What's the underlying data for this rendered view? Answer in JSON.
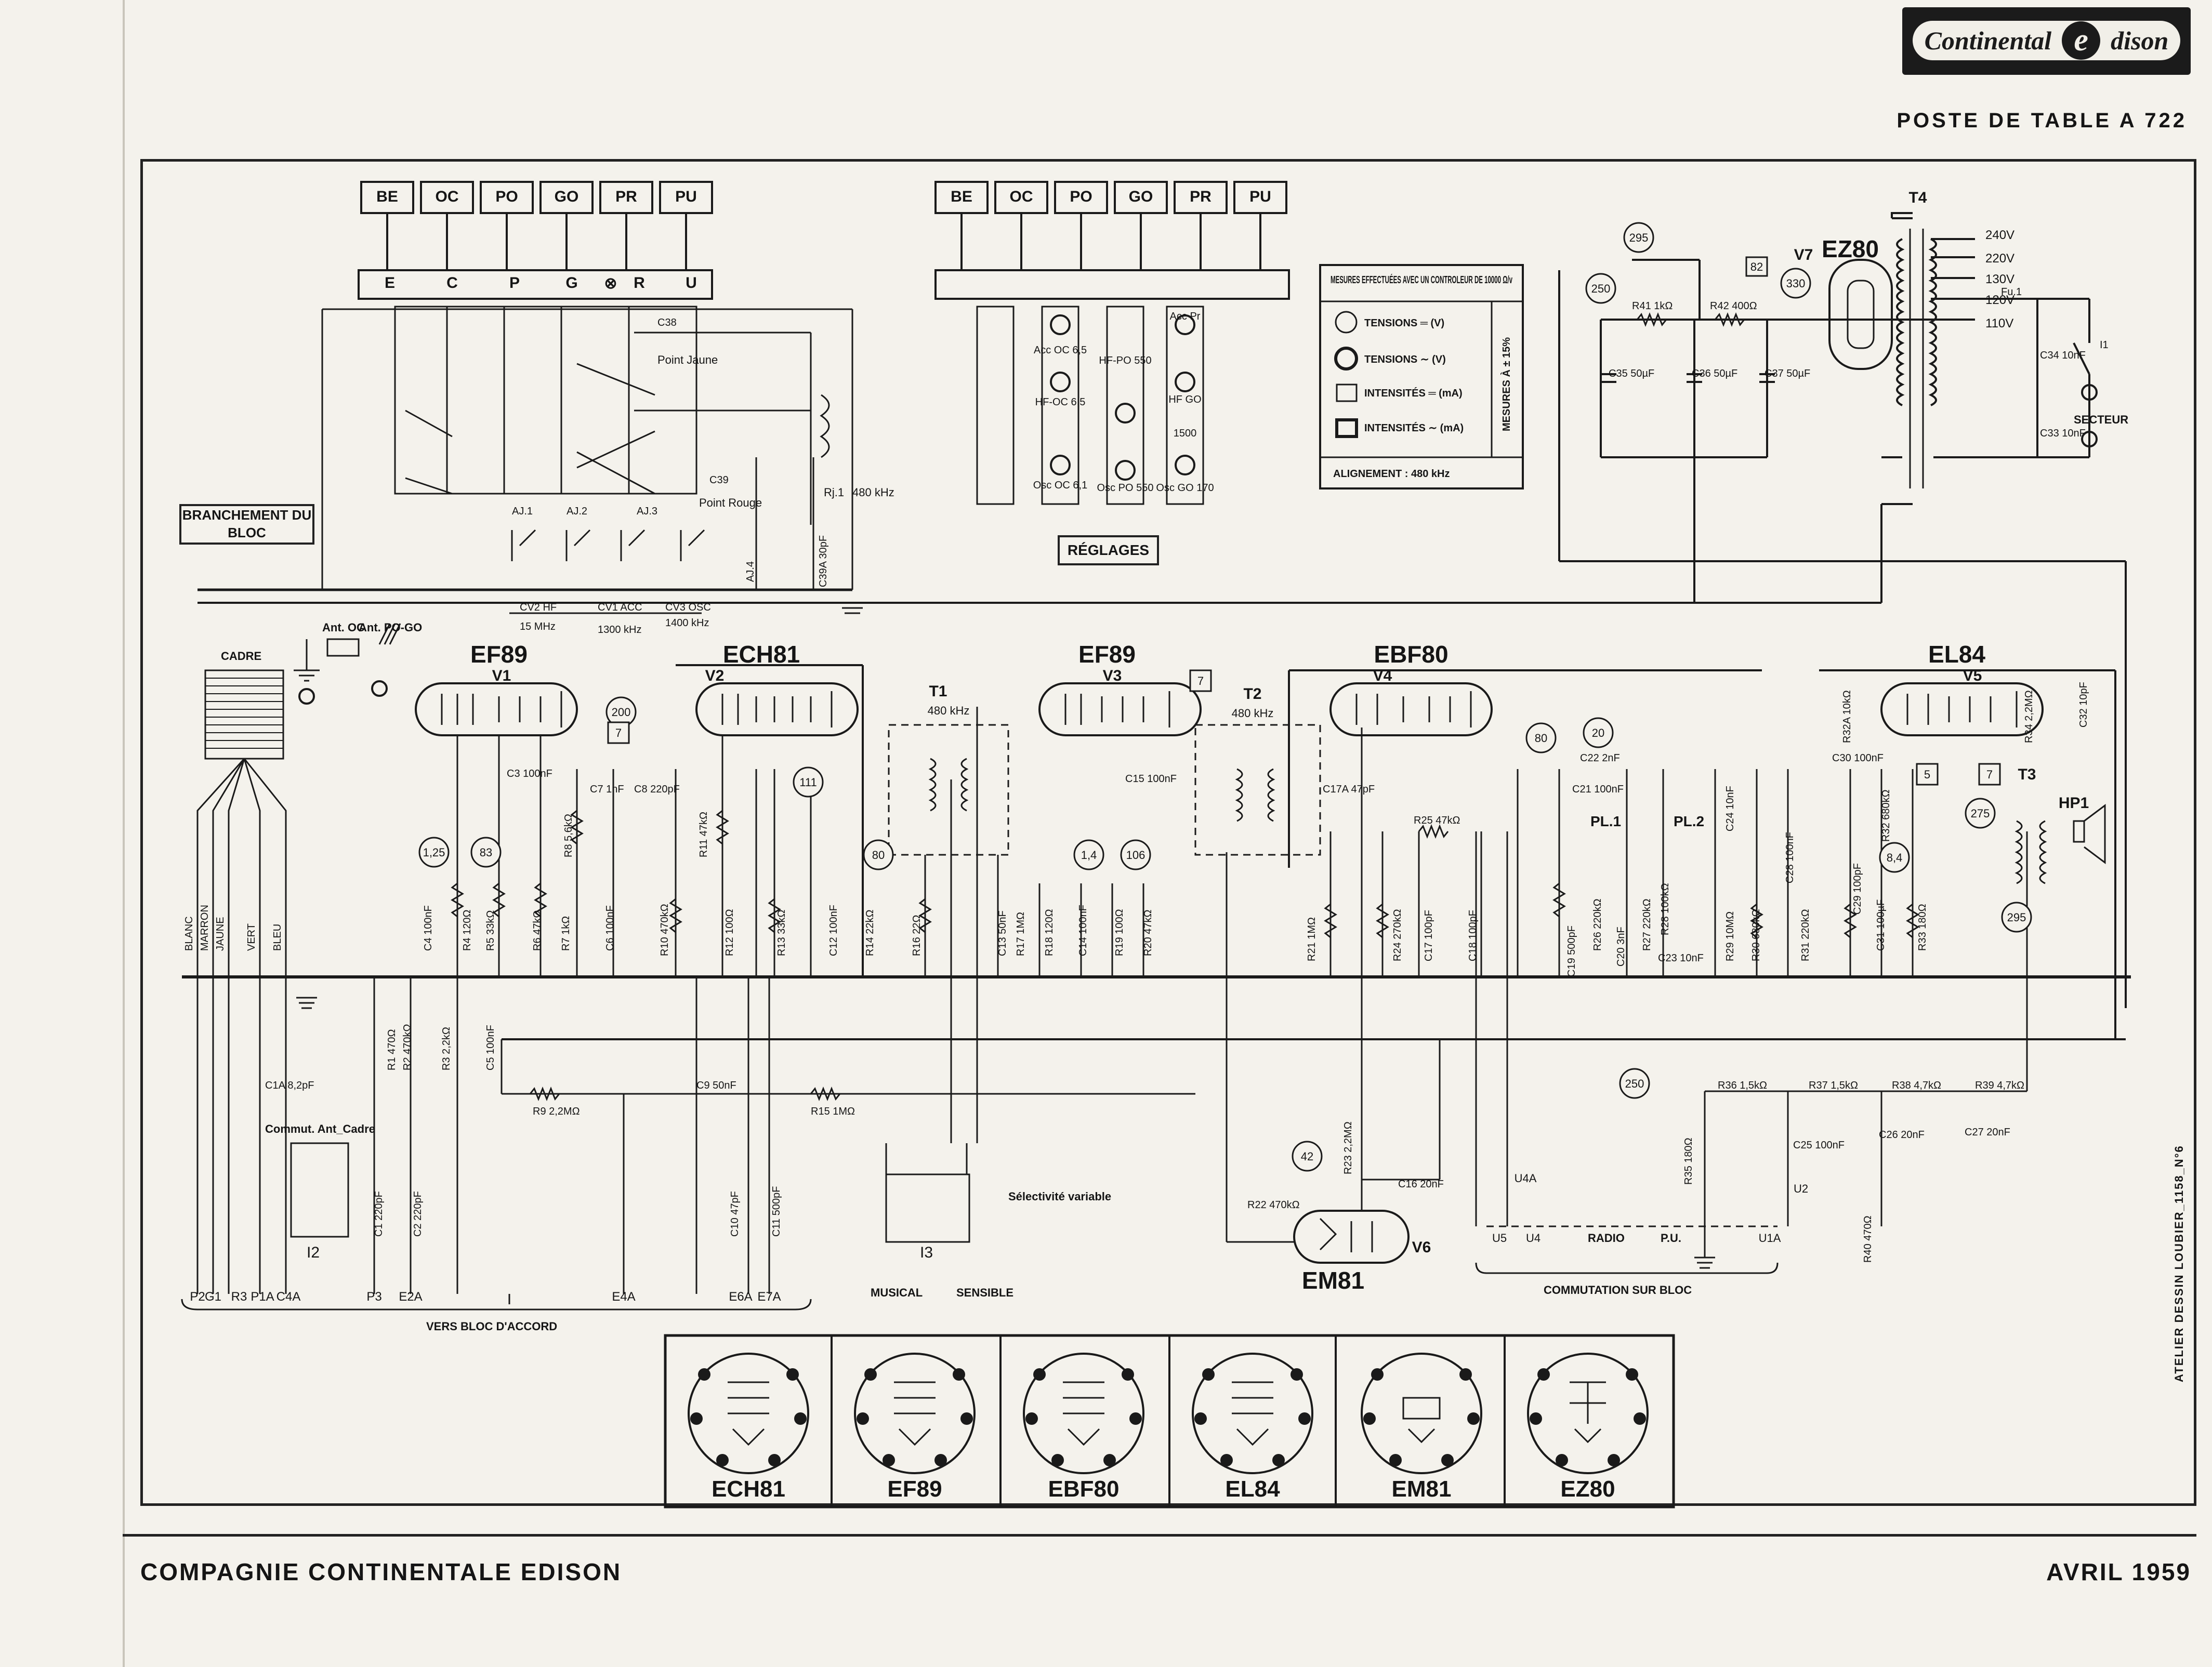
{
  "header": {
    "brand_left": "Continental",
    "brand_letter": "e",
    "brand_right": "dison",
    "title": "POSTE DE TABLE A 722"
  },
  "footer": {
    "company": "COMPAGNIE CONTINENTALE EDISON",
    "date": "AVRIL 1959",
    "credit": "ATELIER DESSIN LOUBIER_1158_N°6"
  },
  "bands_left": [
    "BE",
    "OC",
    "PO",
    "GO",
    "PR",
    "PU"
  ],
  "bands_right": [
    "BE",
    "OC",
    "PO",
    "GO",
    "PR",
    "PU"
  ],
  "switch_letters": [
    "E",
    "C",
    "P",
    "G",
    "⊗",
    "R",
    "U"
  ],
  "labels": {
    "branchement": "BRANCHEMENT DU BLOC",
    "reglages": "RÉGLAGES",
    "cadre": "CADRE",
    "ant_oc": "Ant. OC",
    "ant_po_go": "Ant. PO-GO",
    "vers_bloc": "VERS BLOC D'ACCORD",
    "commutation": "COMMUTATION SUR BLOC",
    "radio": "RADIO",
    "pu": "P.U.",
    "secteur": "SECTEUR",
    "selectivite": "Sélectivité variable",
    "musical": "MUSICAL",
    "sensible": "SENSIBLE",
    "commut_ant": "Commut. Ant_Cadre",
    "khz480": "480 kHz",
    "rj1": "Rj.1",
    "point_jaune": "Point Jaune",
    "point_rouge": "Point Rouge"
  },
  "legend": {
    "title": "MESURES EFFECTUÉES AVEC UN CONTROLEUR DE 10000 Ω/v",
    "rows": [
      "TENSIONS ═ (V)",
      "TENSIONS ∼ (V)",
      "INTENSITÉS ═ (mA)",
      "INTENSITÉS ∼ (mA)"
    ],
    "side": "MESURES À ± 15%",
    "alignment": "ALIGNEMENT : 480 kHz"
  },
  "reglages_items": [
    "Acc OC 6,5",
    "HF-OC 6,5",
    "Osc OC 6,1",
    "HF-PO 550",
    "Osc PO 550",
    "Acc Pr",
    "HF GO",
    "1500",
    "Osc GO 170"
  ],
  "tubes": [
    {
      "ref": "V1",
      "type": "EF89"
    },
    {
      "ref": "V2",
      "type": "ECH81"
    },
    {
      "ref": "V3",
      "type": "EF89"
    },
    {
      "ref": "V4",
      "type": "EBF80"
    },
    {
      "ref": "V5",
      "type": "EL84"
    },
    {
      "ref": "V6",
      "type": "EM81"
    },
    {
      "ref": "V7",
      "type": "EZ80"
    }
  ],
  "transformers": {
    "t1": "T1",
    "t2": "T2",
    "t3": "T3",
    "t4": "T4",
    "t1_freq": "480 kHz",
    "t2_freq": "480 kHz",
    "hp": "HP1"
  },
  "mains_taps": [
    "240V",
    "220V",
    "130V",
    "120V",
    "110V"
  ],
  "cadre_wires": [
    "BLANC",
    "MARRON",
    "JAUNE",
    "VERT",
    "BLEU"
  ],
  "bottom_terminals": [
    "P2",
    "G1",
    "R3",
    "P1A",
    "C4A",
    "P3",
    "E2A",
    "E4A",
    "E6A",
    "E7A"
  ],
  "commut_terminals": [
    "U5",
    "U4",
    "U4A",
    "U1A",
    "U2"
  ],
  "voltages": [
    "200",
    "7",
    "111",
    "80",
    "1,25",
    "83",
    "1,4",
    "106",
    "80",
    "20",
    "8,4",
    "275",
    "295",
    "42",
    "250",
    "295",
    "250",
    "330",
    "82",
    "5",
    "7",
    "7"
  ],
  "components_top": [
    "R41 1kΩ",
    "R42 400Ω",
    "C35 50µF",
    "C36 50µF",
    "C37 50µF",
    "C34 10nF",
    "C33 10nF",
    "Fu.1",
    "I1"
  ],
  "components": [
    "C3 100nF",
    "C7 1nF",
    "C8 220pF",
    "R8 5,6kΩ",
    "C4 100nF",
    "R4 120Ω",
    "R5 33kΩ",
    "R6 47kΩ",
    "R7 1kΩ",
    "C6 100nF",
    "R10 470kΩ",
    "R11 47kΩ",
    "R12 100Ω",
    "R13 33kΩ",
    "C12 100nF",
    "R14 22kΩ",
    "R16 22Ω",
    "C13 50nF",
    "R17 1MΩ",
    "R18 120Ω",
    "C14 100nF",
    "R19 100Ω",
    "R20 47kΩ",
    "C15 100nF",
    "C17A 47pF",
    "R21 1MΩ",
    "R24 270kΩ",
    "C17 100pF",
    "C18 100pF",
    "R25 47kΩ",
    "C21 100nF",
    "C22 2nF",
    "R26 220kΩ",
    "C20 3nF",
    "R27 220kΩ",
    "R28 100kΩ",
    "C23 10nF",
    "C24 10nF",
    "PL.1",
    "PL.2",
    "R29 10MΩ",
    "R30 680kΩ",
    "C28 100nF",
    "R31 220kΩ",
    "C29 100pF",
    "R32A 10kΩ",
    "C30 100nF",
    "R32 680kΩ",
    "C31 100µF",
    "R33 180Ω",
    "R34 2,2MΩ",
    "C32 10pF",
    "R1 470Ω",
    "R2 470kΩ",
    "R3 2,2kΩ",
    "C5 100nF",
    "R9 2,2MΩ",
    "C9 50nF",
    "R15 1MΩ",
    "C1A 8,2pF",
    "C1 220pF",
    "C2 220pF",
    "C10 47pF",
    "C11 500pF",
    "R22 470kΩ",
    "R23 2,2MΩ",
    "C16 20nF",
    "R35 180Ω",
    "R36 1,5kΩ",
    "R37 1,5kΩ",
    "R38 4,7kΩ",
    "R39 4,7kΩ",
    "C25 100nF",
    "C26 20nF",
    "C27 20nF",
    "R40 470Ω",
    "C19 500pF"
  ],
  "block_labels": [
    "AJ.1",
    "AJ.2",
    "AJ.3",
    "AJ.4",
    "CV2 HF",
    "CV1 ACC",
    "CV3 OSC",
    "15 MHz",
    "1300 kHz",
    "1400 kHz",
    "C38",
    "C39",
    "C39A 30pF",
    "I2",
    "I3"
  ],
  "pinouts": [
    "ECH81",
    "EF89",
    "EBF80",
    "EL84",
    "EM81",
    "EZ80"
  ]
}
